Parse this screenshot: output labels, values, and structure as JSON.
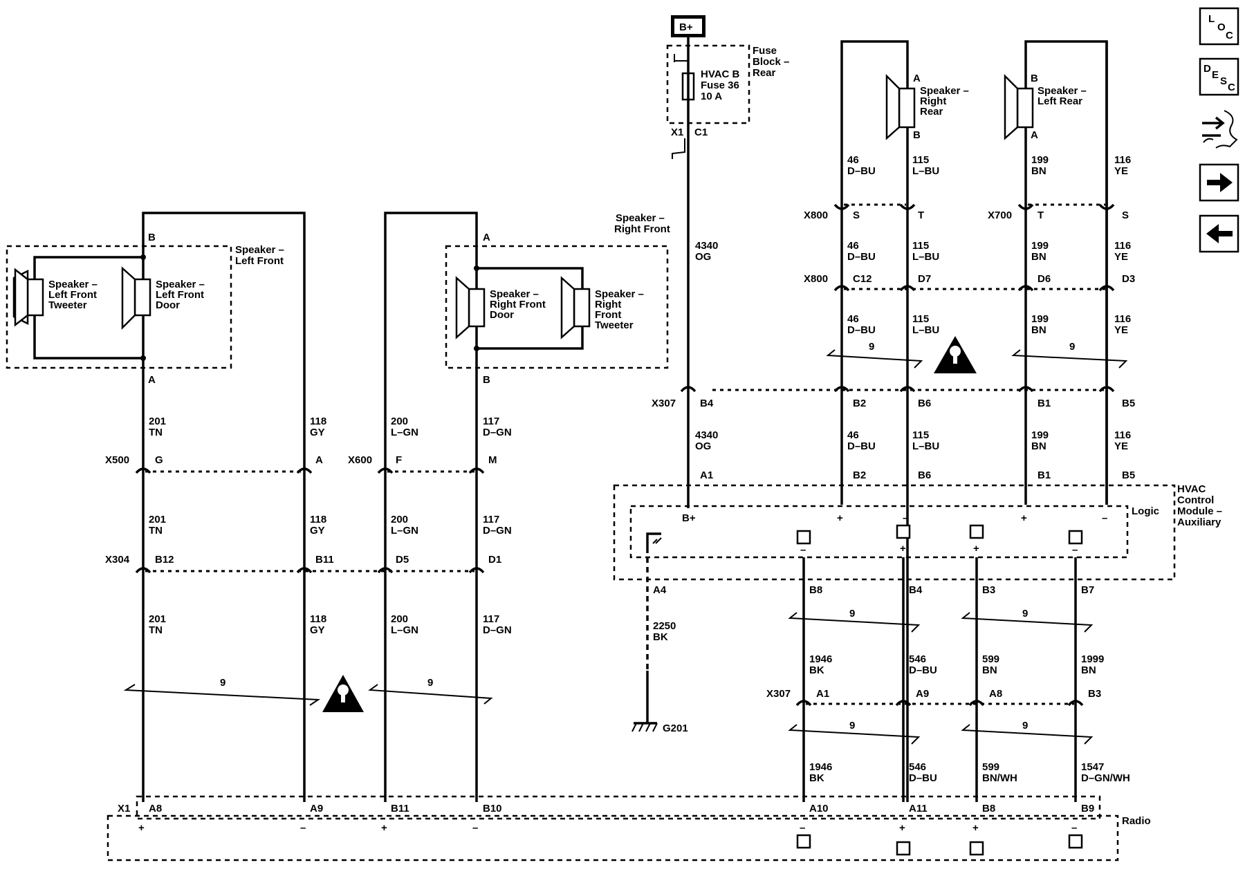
{
  "power": {
    "bplus": "B+"
  },
  "fuse_block": {
    "line1": "Fuse",
    "line2": "Block –",
    "line3": "Rear",
    "fuse1": "HVAC B",
    "fuse2": "Fuse 36",
    "fuse3": "10 A",
    "conn_x1": "X1",
    "conn_c1": "C1"
  },
  "fuse_wire": {
    "num": "4340",
    "color": "OG"
  },
  "speakers": {
    "lf_group": [
      "Speaker –",
      "Left Front"
    ],
    "lf_tweeter": [
      "Speaker –",
      "Left Front",
      "Tweeter"
    ],
    "lf_door": [
      "Speaker –",
      "Left Front",
      "Door"
    ],
    "rf_group": [
      "Speaker –",
      "Right Front"
    ],
    "rf_door": [
      "Speaker –",
      "Right Front",
      "Door"
    ],
    "rf_tweeter": [
      "Speaker –",
      "Right",
      "Front",
      "Tweeter"
    ],
    "rr": [
      "Speaker –",
      "Right",
      "Rear"
    ],
    "lr": [
      "Speaker –",
      "Left Rear"
    ]
  },
  "pins": {
    "lf_b": "B",
    "lf_a": "A",
    "rf_a": "A",
    "rf_b": "B",
    "rr_a": "A",
    "rr_b": "B",
    "lr_b": "B",
    "lr_a": "A"
  },
  "wires": {
    "w201": {
      "num": "201",
      "color": "TN"
    },
    "w118": {
      "num": "118",
      "color": "GY"
    },
    "w200": {
      "num": "200",
      "color": "L–GN"
    },
    "w117": {
      "num": "117",
      "color": "D–GN"
    },
    "w46": {
      "num": "46",
      "color": "D–BU"
    },
    "w115": {
      "num": "115",
      "color": "L–BU"
    },
    "w199": {
      "num": "199",
      "color": "BN"
    },
    "w116": {
      "num": "116",
      "color": "YE"
    },
    "w2250": {
      "num": "2250",
      "color": "BK"
    },
    "w1946": {
      "num": "1946",
      "color": "BK"
    },
    "w546": {
      "num": "546",
      "color": "D–BU"
    },
    "w599": {
      "num": "599",
      "color": "BN"
    },
    "w1999": {
      "num": "1999",
      "color": "BN"
    },
    "w599b": {
      "num": "599",
      "color": "BN/WH"
    },
    "w1547": {
      "num": "1547",
      "color": "D–GN/WH"
    }
  },
  "connectors": {
    "x500": "X500",
    "x600": "X600",
    "x304": "X304",
    "x307": "X307",
    "x800": "X800",
    "x700": "X700",
    "x1": "X1",
    "p_G": "G",
    "p_A": "A",
    "p_F": "F",
    "p_M": "M",
    "p_B12": "B12",
    "p_B11": "B11",
    "p_D5": "D5",
    "p_D1": "D1",
    "p_B4": "B4",
    "p_B2": "B2",
    "p_B6": "B6",
    "p_B1": "B1",
    "p_B5": "B5",
    "p_S": "S",
    "p_T": "T",
    "p_C12": "C12",
    "p_D7": "D7",
    "p_D6": "D6",
    "p_D3": "D3",
    "p_A1": "A1",
    "p_A9": "A9",
    "p_A8": "A8",
    "p_B3": "B3",
    "p_A4": "A4",
    "p_B8": "B8",
    "p_B7": "B7",
    "r_A8": "A8",
    "r_A9": "A9",
    "r_B11": "B11",
    "r_B10": "B10",
    "r_A10": "A10",
    "r_A11": "A11",
    "r_B8": "B8",
    "r_B9": "B9"
  },
  "hvac": {
    "title": [
      "HVAC",
      "Control",
      "Module –",
      "Auxiliary"
    ],
    "logic": "Logic",
    "bplus": "B+"
  },
  "radio": {
    "title": "Radio"
  },
  "ground": {
    "g201": "G201"
  },
  "twist": {
    "n": "9"
  },
  "polarity": {
    "plus": "+",
    "minus": "–"
  },
  "buttons": {
    "loc": [
      "L",
      "O",
      "C"
    ],
    "desc": [
      "D",
      "E",
      "S",
      "C"
    ]
  }
}
